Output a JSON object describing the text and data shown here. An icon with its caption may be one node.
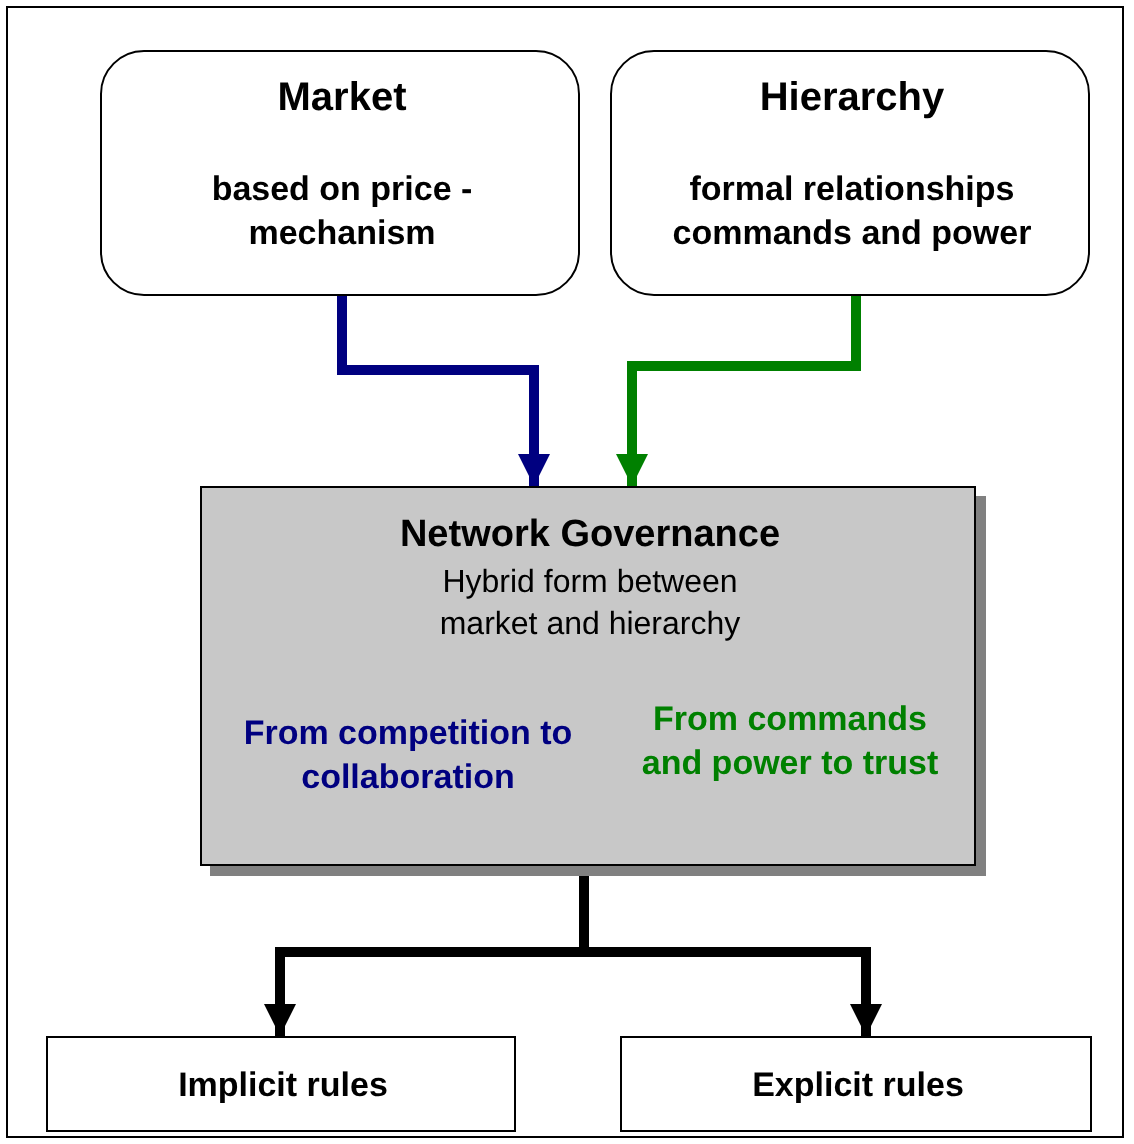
{
  "diagram": {
    "nodes": [
      {
        "text": [
          "Market",
          "based on price - mechanism"
        ]
      },
      {
        "text": [
          "Hierarchy",
          "formal relationships commands and power"
        ]
      },
      {
        "text": [
          "Network Governance",
          "Hybrid form between market and hierarchy",
          "From competition to collaboration",
          "From commands and power to trust"
        ]
      },
      {
        "text": [
          "Implicit rules"
        ]
      },
      {
        "text": [
          "Explicit rules"
        ]
      }
    ],
    "edges": [
      {
        "from": 0,
        "to": 2,
        "arrow": "to",
        "color": "#000080"
      },
      {
        "from": 1,
        "to": 2,
        "arrow": "to",
        "color": "#008000"
      },
      {
        "from": 2,
        "to": 3,
        "arrow": "to"
      },
      {
        "from": 2,
        "to": 4,
        "arrow": "to"
      }
    ]
  }
}
